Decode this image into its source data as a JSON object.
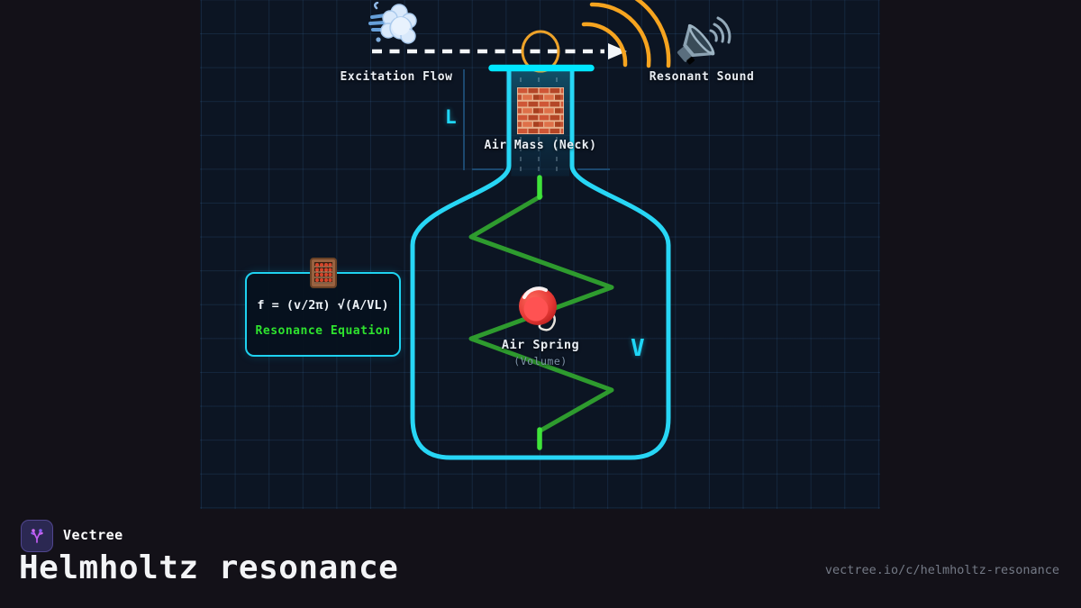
{
  "colors": {
    "panel_bg": "#0c1523",
    "grid_line": "rgba(72,140,210,0.15)",
    "bottle_cyan": "#27d6f5",
    "rim_cyan": "#00e6ff",
    "accent_cyan": "#1fd6f6",
    "spring_green": "#2e9b2e",
    "spring_end_green": "#3fe33a",
    "wave_orange": "#f6a41f",
    "equation_green": "#2ee32e",
    "label_white": "#e9eef4",
    "muted_gray": "#7e93a9"
  },
  "diagram": {
    "labels": {
      "excitation": "Excitation Flow",
      "resonant": "Resonant Sound",
      "neck": "Air Mass (Neck)",
      "neck_dim": "L",
      "volume_dim": "V",
      "spring": "Air Spring",
      "spring_sub": "(Volume)"
    },
    "equation": {
      "formula": "f = (v/2π) √(A/VL)",
      "caption": "Resonance Equation"
    },
    "icons": {
      "excitation": "wind-puff-icon",
      "resonant": "speaker-icon",
      "neck_mass": "brick-icon",
      "spring_mass": "yoyo-icon",
      "equation": "abacus-icon"
    }
  },
  "footer": {
    "brand": "Vectree",
    "title": "Helmholtz resonance",
    "url": "vectree.io/c/helmholtz-resonance",
    "logo": "vectree-logo-icon"
  }
}
